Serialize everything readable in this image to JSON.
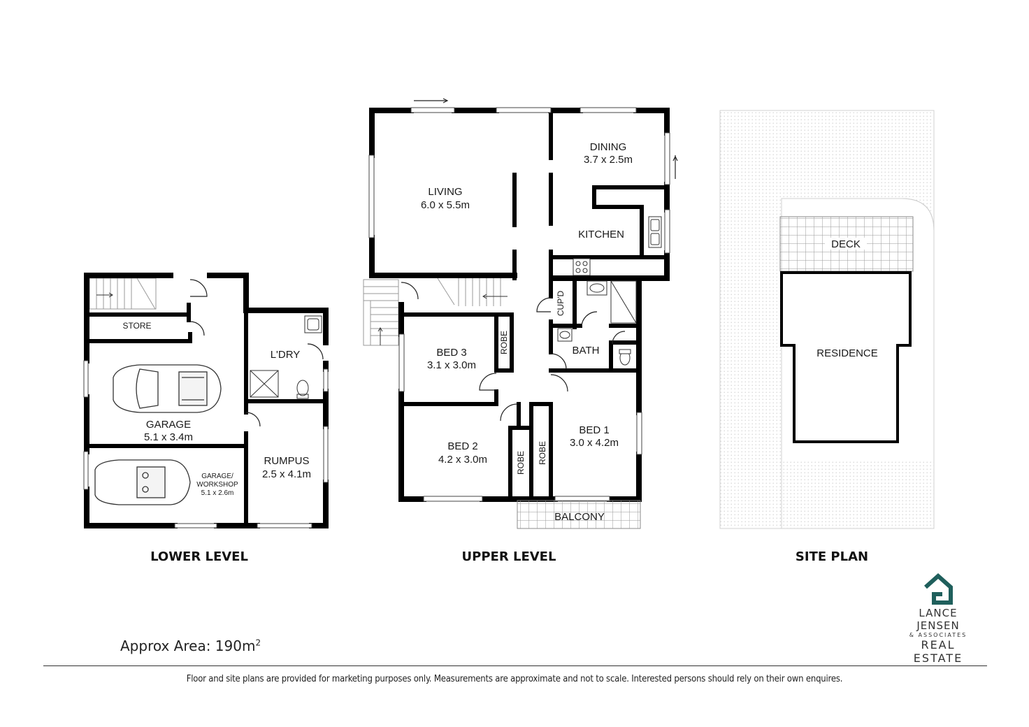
{
  "lower": {
    "title": "LOWER LEVEL",
    "rooms": {
      "store": "STORE",
      "laundry": "L'DRY",
      "garage": "GARAGE",
      "garage_dim": "5.1 x 3.4m",
      "workshop_line1": "GARAGE/",
      "workshop_line2": "WORKSHOP",
      "workshop_dim": "5.1 x 2.6m",
      "rumpus": "RUMPUS",
      "rumpus_dim": "2.5 x 4.1m",
      "door_mark": "DOOR"
    }
  },
  "upper": {
    "title": "UPPER LEVEL",
    "rooms": {
      "dining": "DINING",
      "dining_dim": "3.7 x 2.5m",
      "living": "LIVING",
      "living_dim": "6.0 x 5.5m",
      "kitchen": "KITCHEN",
      "cupd": "CUP'D",
      "bed3": "BED 3",
      "bed3_dim": "3.1 x 3.0m",
      "robe": "ROBE",
      "bath": "BATH",
      "bed1": "BED 1",
      "bed1_dim": "3.0 x 4.2m",
      "bed2": "BED 2",
      "bed2_dim": "4.2 x 3.0m",
      "balcony": "BALCONY"
    }
  },
  "site": {
    "title": "SITE PLAN",
    "deck": "DECK",
    "residence": "RESIDENCE"
  },
  "area": {
    "text": "Approx Area: 190m",
    "unit_sup": "2"
  },
  "disclaimer": "Floor and site plans are provided for marketing purposes only. Measurements are approximate and not to scale. Interested persons should rely on their own enquires.",
  "brand": {
    "name": "LANCE JENSEN",
    "sub": "& ASSOCIATES",
    "tag": "REAL ESTATE",
    "accent": "#1f5f5c"
  }
}
